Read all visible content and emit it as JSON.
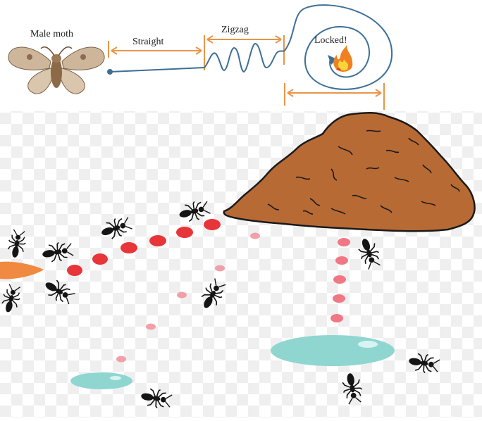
{
  "labels": {
    "male_moth": "Male moth",
    "straight": "Straight",
    "zigzag": "Zigzag",
    "locked": "Locked!"
  },
  "colors": {
    "measure_orange": "#e8954a",
    "path_blue": "#3d6f96",
    "mound_brown": "#b86a35",
    "pheromone_red": "#e8353a",
    "pheromone_pink": "#f2a0a8",
    "water_teal": "#8fd6d1",
    "ant_black": "#151515",
    "checker_gray": "#efefef"
  },
  "icons": [
    "moth-icon",
    "flame-icon",
    "ant-icon",
    "dirt-mound",
    "water-drop",
    "food-drop"
  ]
}
